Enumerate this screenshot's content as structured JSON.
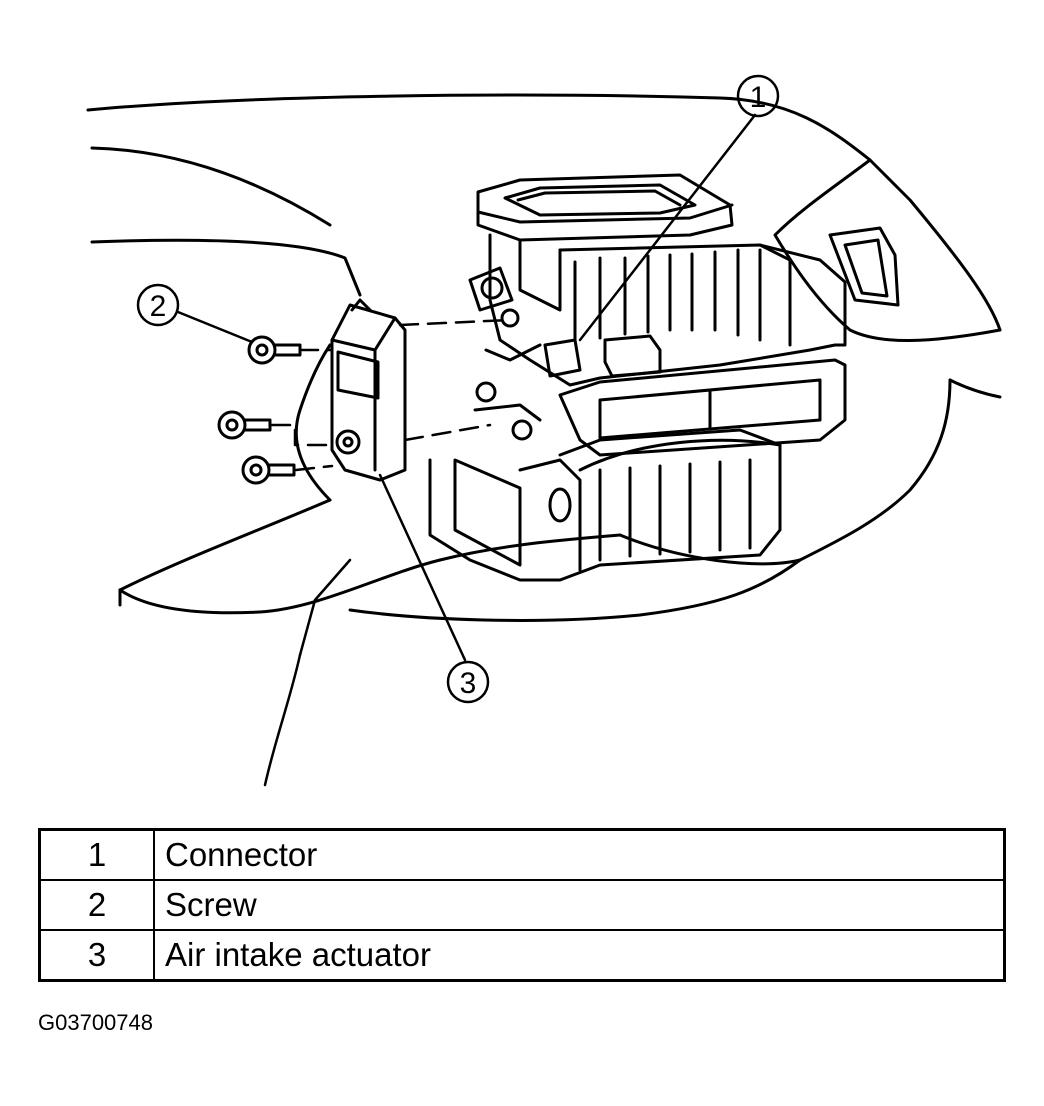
{
  "callouts": [
    {
      "number": "1",
      "target": "Connector"
    },
    {
      "number": "2",
      "target": "Screw"
    },
    {
      "number": "3",
      "target": "Air intake actuator"
    }
  ],
  "legend": {
    "rows": [
      {
        "number": "1",
        "description": "Connector"
      },
      {
        "number": "2",
        "description": "Screw"
      },
      {
        "number": "3",
        "description": "Air intake actuator"
      }
    ]
  },
  "figure_id": "G03700748",
  "colors": {
    "line": "#000000",
    "background": "#ffffff"
  }
}
